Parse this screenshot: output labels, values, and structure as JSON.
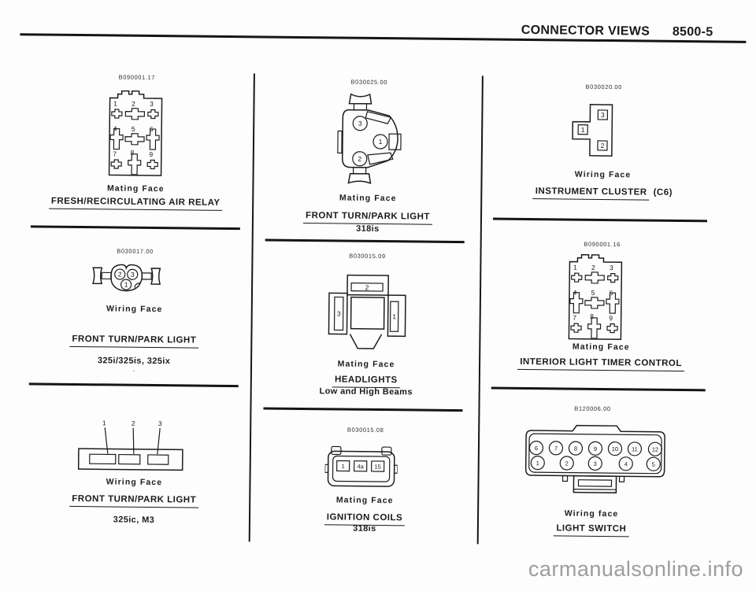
{
  "header": {
    "title": "CONNECTOR VIEWS",
    "page": "8500-5"
  },
  "watermark": "carmanualsonline.info",
  "cells": [
    {
      "id": "fresh-recirculating-air-relay",
      "ref": "B090001.17",
      "face": "Mating Face",
      "title": "FRESH/RECIRCULATING AIR RELAY",
      "suffix": "",
      "subtitle": "",
      "pins": [
        "1",
        "2",
        "3",
        "4",
        "5",
        "6",
        "7",
        "8",
        "9"
      ]
    },
    {
      "id": "front-turn-park-light-325i",
      "ref": "B030017.00",
      "face": "Wiring Face",
      "title": "FRONT TURN/PARK LIGHT",
      "suffix": "",
      "subtitle": "325i/325is, 325ix",
      "note": ".",
      "pins": [
        "2",
        "3",
        "1"
      ]
    },
    {
      "id": "front-turn-park-light-325ic",
      "ref": "",
      "face": "Wiring Face",
      "title": "FRONT TURN/PARK LIGHT",
      "suffix": "",
      "subtitle": "325ic, M3",
      "pins": [
        "1",
        "2",
        "3"
      ]
    },
    {
      "id": "front-turn-park-light-318is",
      "ref": "B030025.00",
      "face": "Mating Face",
      "title": "FRONT TURN/PARK LIGHT",
      "suffix": "",
      "subtitle": "318is",
      "pins": [
        "3",
        "1",
        "2"
      ]
    },
    {
      "id": "headlights-low-high-beams",
      "ref": "B030015.09",
      "face": "Mating Face",
      "title": "HEADLIGHTS",
      "suffix": "",
      "subtitle": "Low and High Beams",
      "pins": [
        "2",
        "3",
        "1"
      ]
    },
    {
      "id": "ignition-coils-318is",
      "ref": "B030015.08",
      "face": "Mating Face",
      "title": "IGNITION COILS",
      "suffix": "",
      "subtitle": "318is",
      "pins": [
        "1",
        "4a",
        "15"
      ]
    },
    {
      "id": "instrument-cluster-c6",
      "ref": "B030020.00",
      "face": "Wiring Face",
      "title": "INSTRUMENT CLUSTER",
      "suffix": "(C6)",
      "subtitle": "",
      "pins": [
        "3",
        "1",
        "2"
      ]
    },
    {
      "id": "interior-light-timer-control",
      "ref": "B090001.16",
      "face": "Mating Face",
      "title": "INTERIOR LIGHT TIMER CONTROL",
      "suffix": "",
      "subtitle": "",
      "pins": [
        "1",
        "2",
        "3",
        "4",
        "5",
        "6",
        "7",
        "8",
        "9"
      ]
    },
    {
      "id": "light-switch",
      "ref": "B120006.00",
      "face": "Wiring face",
      "title": "LIGHT SWITCH",
      "suffix": "",
      "subtitle": "",
      "pins": [
        "6",
        "7",
        "8",
        "9",
        "10",
        "11",
        "12",
        "1",
        "2",
        "3",
        "4",
        "5"
      ]
    }
  ]
}
